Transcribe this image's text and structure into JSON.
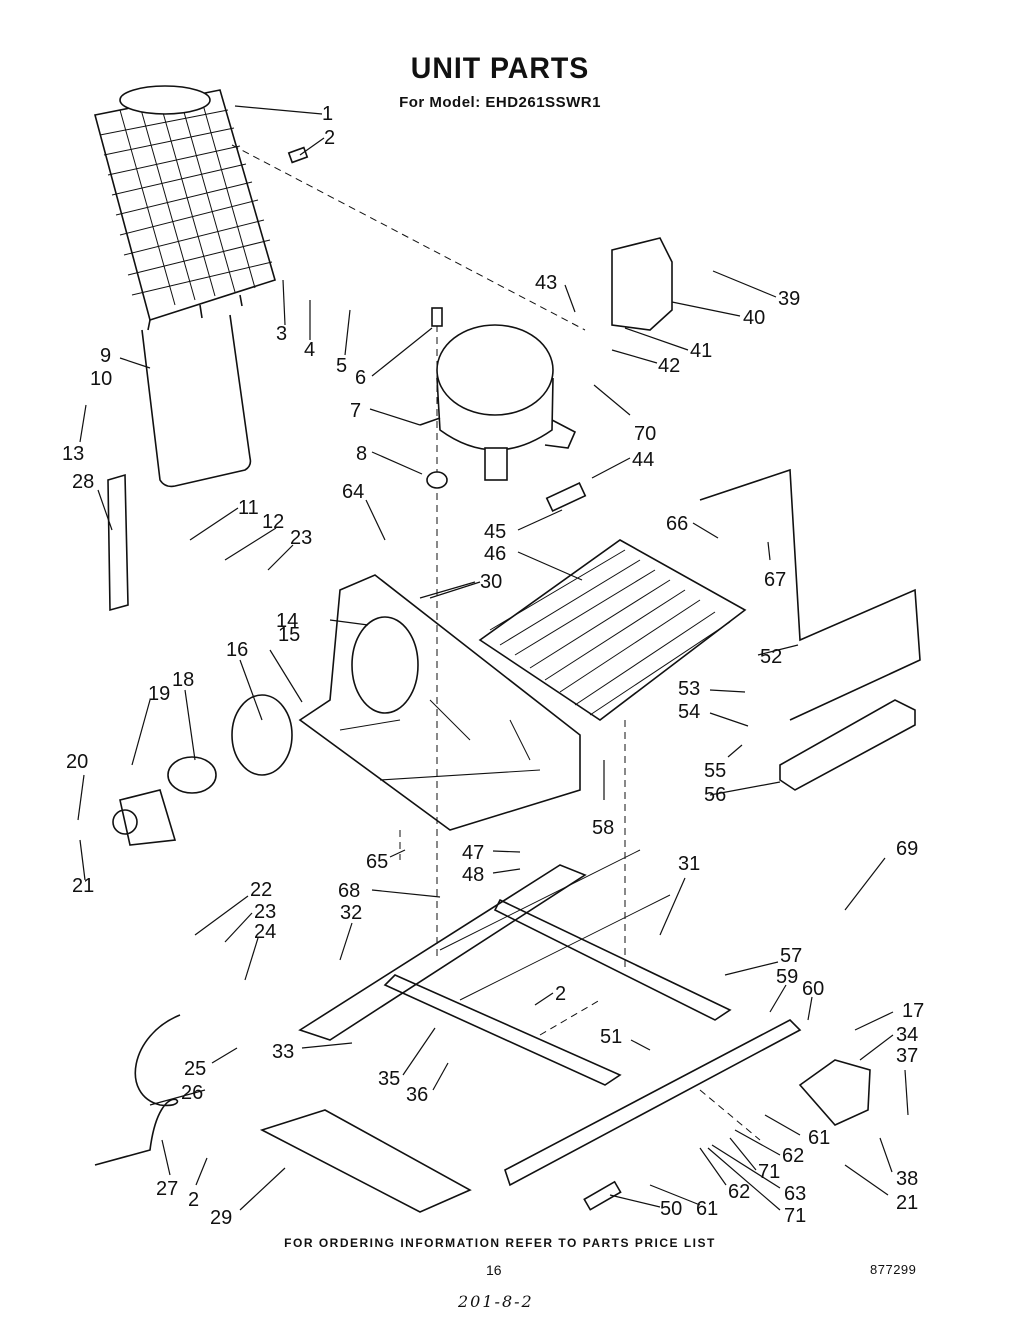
{
  "title": "UNIT PARTS",
  "subtitle": "For Model: EHD261SSWR1",
  "footer": "FOR ORDERING INFORMATION REFER TO PARTS PRICE LIST",
  "page_number": "16",
  "document_number": "877299",
  "handwritten_note": "201-8-2",
  "callouts": [
    {
      "id": "c1",
      "label": "1"
    },
    {
      "id": "c2a",
      "label": "2"
    },
    {
      "id": "c3",
      "label": "3"
    },
    {
      "id": "c4",
      "label": "4"
    },
    {
      "id": "c5",
      "label": "5"
    },
    {
      "id": "c6",
      "label": "6"
    },
    {
      "id": "c7",
      "label": "7"
    },
    {
      "id": "c8",
      "label": "8"
    },
    {
      "id": "c9",
      "label": "9"
    },
    {
      "id": "c10",
      "label": "10"
    },
    {
      "id": "c13",
      "label": "13"
    },
    {
      "id": "c28",
      "label": "28"
    },
    {
      "id": "c11",
      "label": "11"
    },
    {
      "id": "c12",
      "label": "12"
    },
    {
      "id": "c23a",
      "label": "23"
    },
    {
      "id": "c14",
      "label": "14"
    },
    {
      "id": "c15",
      "label": "15"
    },
    {
      "id": "c16",
      "label": "16"
    },
    {
      "id": "c18",
      "label": "18"
    },
    {
      "id": "c19",
      "label": "19"
    },
    {
      "id": "c20",
      "label": "20"
    },
    {
      "id": "c21a",
      "label": "21"
    },
    {
      "id": "c22",
      "label": "22"
    },
    {
      "id": "c23b",
      "label": "23"
    },
    {
      "id": "c24",
      "label": "24"
    },
    {
      "id": "c25",
      "label": "25"
    },
    {
      "id": "c26",
      "label": "26"
    },
    {
      "id": "c27",
      "label": "27"
    },
    {
      "id": "c2b",
      "label": "2"
    },
    {
      "id": "c29",
      "label": "29"
    },
    {
      "id": "c30",
      "label": "30"
    },
    {
      "id": "c64",
      "label": "64"
    },
    {
      "id": "c65",
      "label": "65"
    },
    {
      "id": "c68",
      "label": "68"
    },
    {
      "id": "c32",
      "label": "32"
    },
    {
      "id": "c33",
      "label": "33"
    },
    {
      "id": "c35",
      "label": "35"
    },
    {
      "id": "c36",
      "label": "36"
    },
    {
      "id": "c47",
      "label": "47"
    },
    {
      "id": "c48",
      "label": "48"
    },
    {
      "id": "c2c",
      "label": "2"
    },
    {
      "id": "c31",
      "label": "31"
    },
    {
      "id": "c51",
      "label": "51"
    },
    {
      "id": "c50",
      "label": "50"
    },
    {
      "id": "c43",
      "label": "43"
    },
    {
      "id": "c39",
      "label": "39"
    },
    {
      "id": "c40",
      "label": "40"
    },
    {
      "id": "c41",
      "label": "41"
    },
    {
      "id": "c42",
      "label": "42"
    },
    {
      "id": "c70",
      "label": "70"
    },
    {
      "id": "c44",
      "label": "44"
    },
    {
      "id": "c45",
      "label": "45"
    },
    {
      "id": "c46",
      "label": "46"
    },
    {
      "id": "c66",
      "label": "66"
    },
    {
      "id": "c67",
      "label": "67"
    },
    {
      "id": "c52",
      "label": "52"
    },
    {
      "id": "c53",
      "label": "53"
    },
    {
      "id": "c54",
      "label": "54"
    },
    {
      "id": "c55",
      "label": "55"
    },
    {
      "id": "c56",
      "label": "56"
    },
    {
      "id": "c58",
      "label": "58"
    },
    {
      "id": "c69",
      "label": "69"
    },
    {
      "id": "c57",
      "label": "57"
    },
    {
      "id": "c59",
      "label": "59"
    },
    {
      "id": "c60",
      "label": "60"
    },
    {
      "id": "c17",
      "label": "17"
    },
    {
      "id": "c34",
      "label": "34"
    },
    {
      "id": "c37",
      "label": "37"
    },
    {
      "id": "c61a",
      "label": "61"
    },
    {
      "id": "c62a",
      "label": "62"
    },
    {
      "id": "c71a",
      "label": "71"
    },
    {
      "id": "c62b",
      "label": "62"
    },
    {
      "id": "c63",
      "label": "63"
    },
    {
      "id": "c71b",
      "label": "71"
    },
    {
      "id": "c61b",
      "label": "61"
    },
    {
      "id": "c38",
      "label": "38"
    },
    {
      "id": "c21b",
      "label": "21"
    }
  ]
}
